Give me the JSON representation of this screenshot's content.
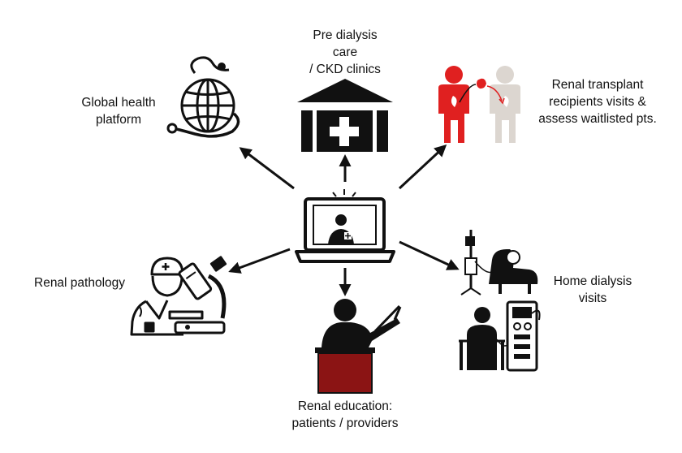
{
  "diagram": {
    "center_icon": "telehealth-laptop-icon",
    "nodes": [
      {
        "id": "global-health",
        "icon": "globe-stethoscope-icon",
        "label_lines": [
          "Global health",
          "platform"
        ]
      },
      {
        "id": "pre-dialysis",
        "icon": "clinic-building-icon",
        "label_lines": [
          "Pre dialysis",
          "care",
          "/ CKD clinics"
        ]
      },
      {
        "id": "transplant",
        "icon": "kidney-transplant-icon",
        "label_lines": [
          "Renal transplant",
          "recipients visits &",
          "assess waitlisted pts."
        ]
      },
      {
        "id": "home-dialysis",
        "icon": "dialysis-machine-icon",
        "label_lines": [
          "Home dialysis",
          "visits"
        ]
      },
      {
        "id": "education",
        "icon": "teacher-lectern-icon",
        "label_lines": [
          "Renal education:",
          "patients / providers"
        ]
      },
      {
        "id": "pathology",
        "icon": "doctor-microscope-icon",
        "label_lines": [
          "Renal pathology"
        ]
      }
    ],
    "colors": {
      "ink": "#111111",
      "donor_red": "#e02020",
      "recipient_grey": "#dcd6d0",
      "lectern_red": "#8b1414"
    }
  }
}
